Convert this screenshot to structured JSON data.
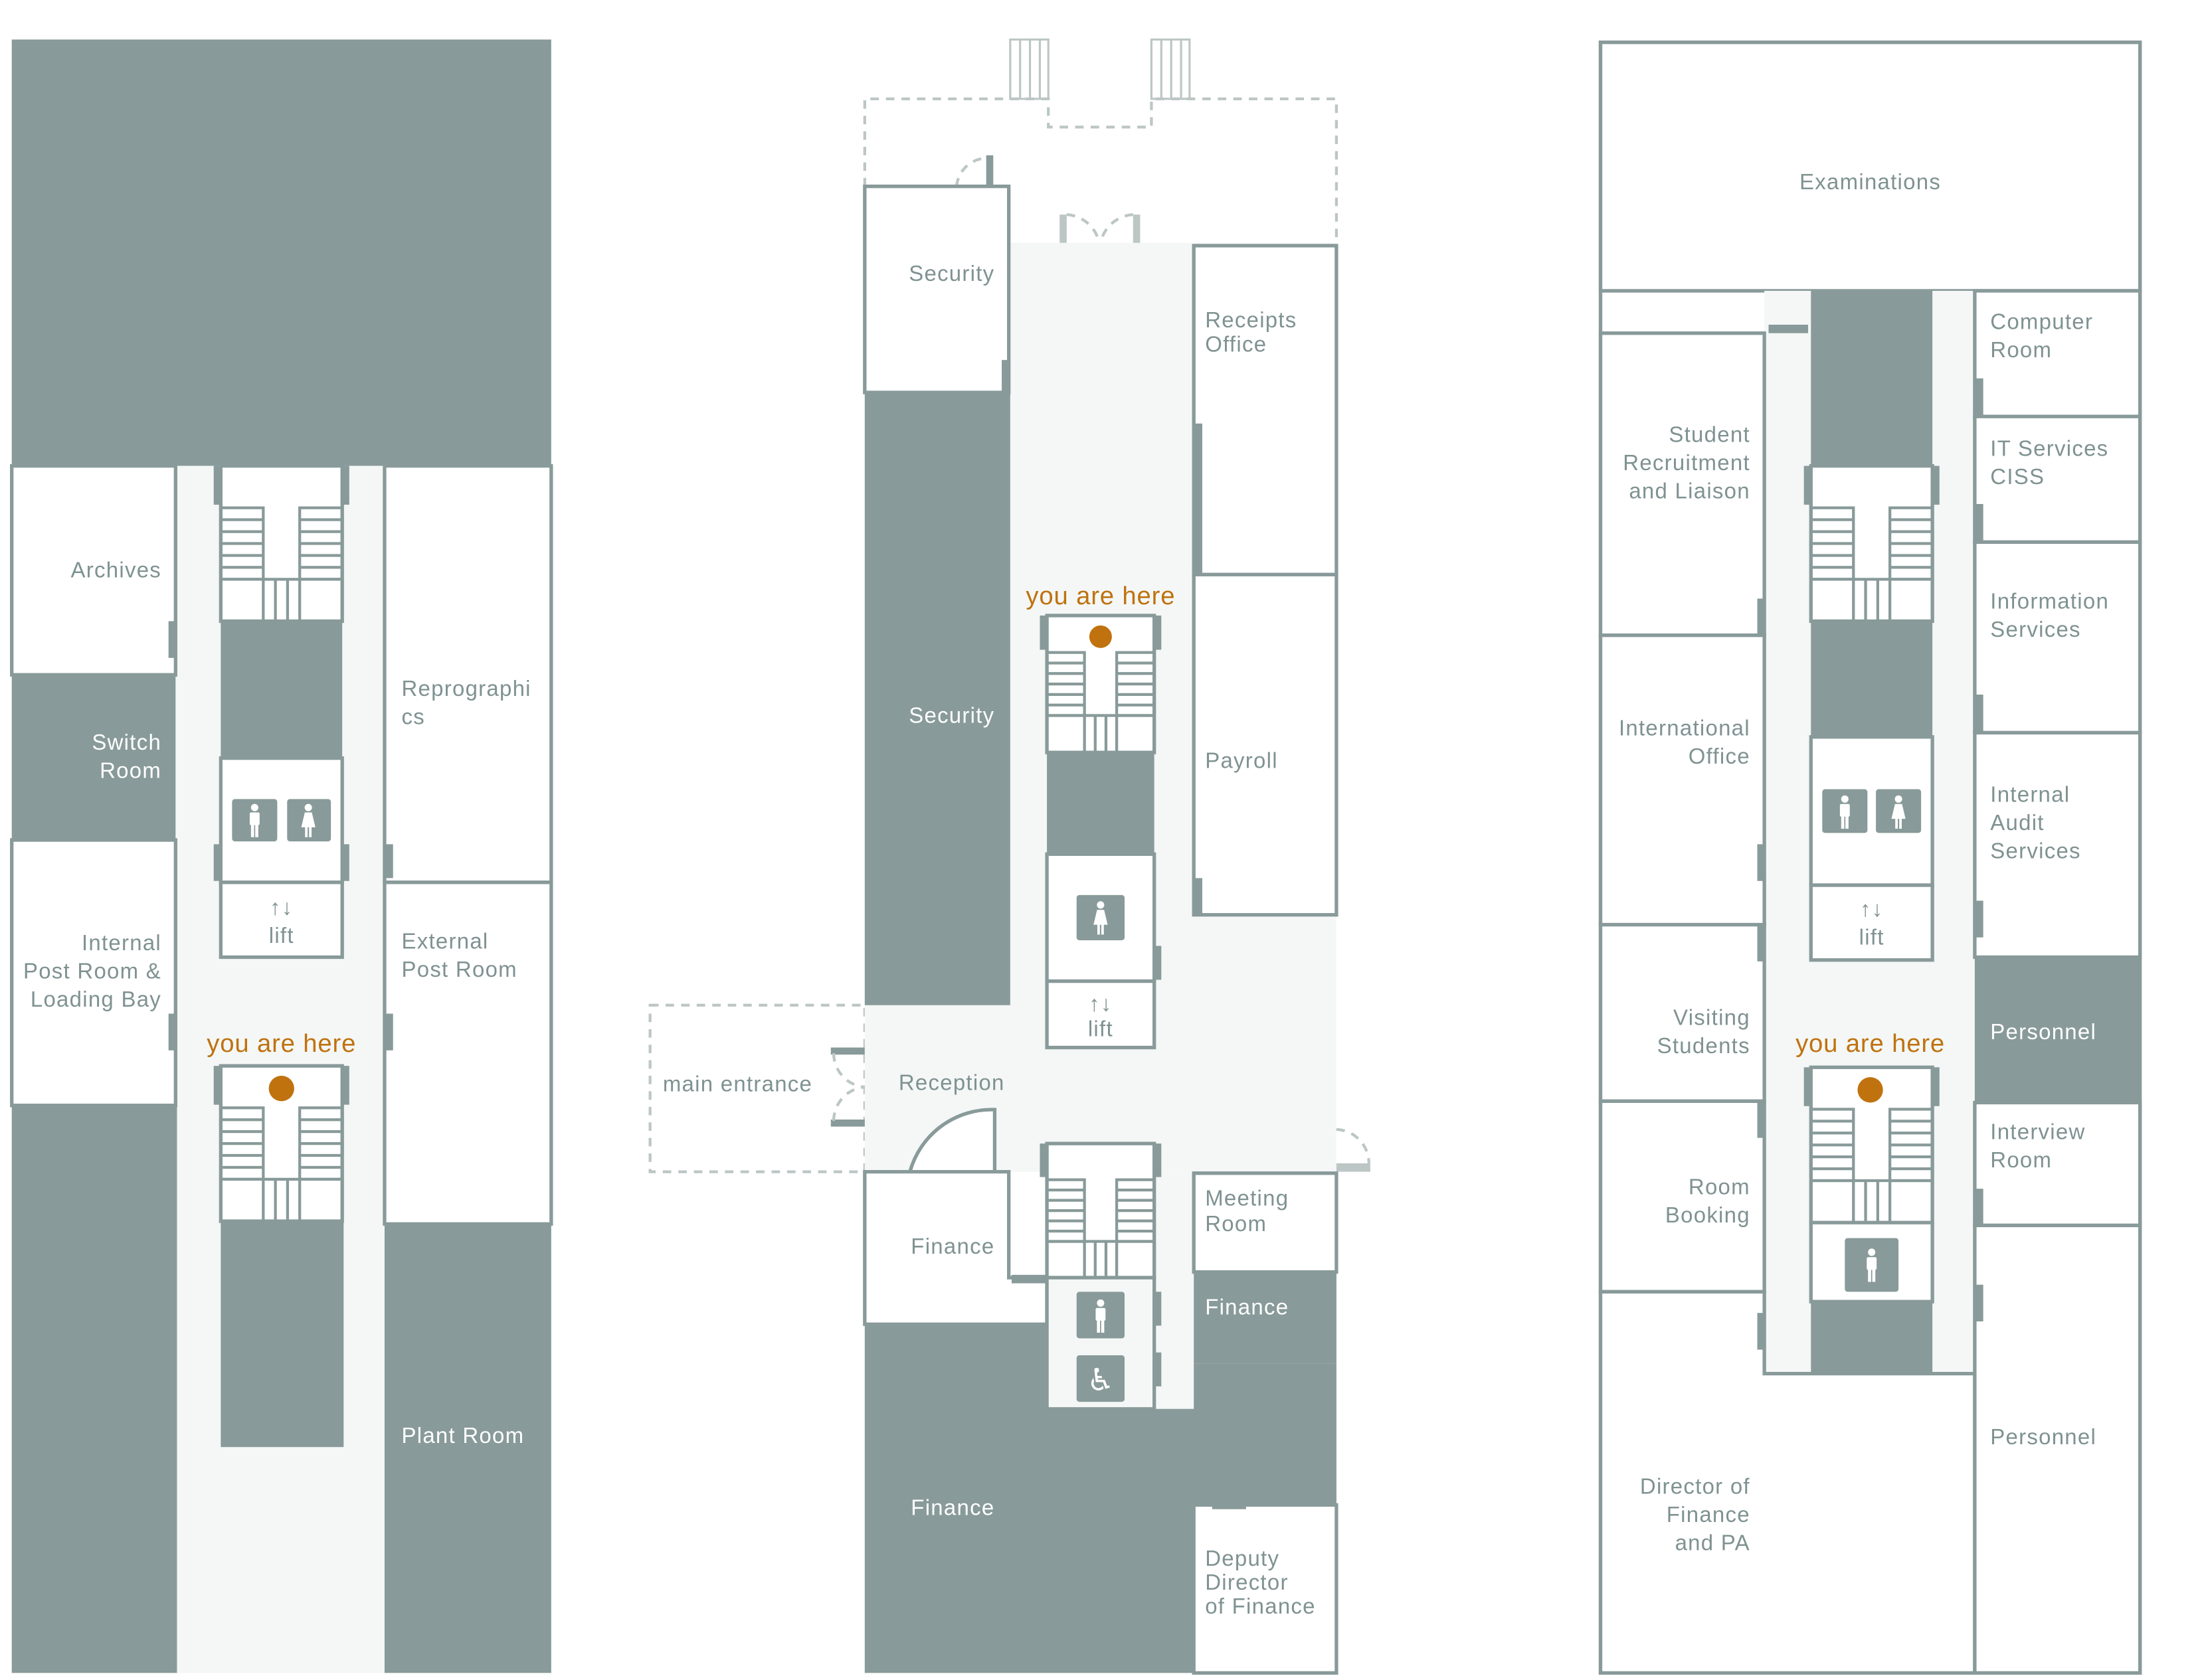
{
  "colors": {
    "wall": "#889a99",
    "corridor": "#f4f7f6",
    "you_are_here": "#c0720f",
    "text": "#7f9291"
  },
  "left_floor": {
    "rooms": {
      "archives": [
        "Archives"
      ],
      "switch_room": [
        "Switch",
        "Room"
      ],
      "internal_post": [
        "Internal",
        "Post Room &",
        "Loading Bay"
      ],
      "reprographics": [
        "Reprographi",
        "cs"
      ],
      "external_post": [
        "External",
        "Post Room"
      ],
      "plant_room": [
        "Plant Room"
      ]
    },
    "lift": "lift",
    "you_are_here": "you are here"
  },
  "middle_floor": {
    "rooms": {
      "security_top": [
        "Security"
      ],
      "security": [
        "Security"
      ],
      "receipts": [
        "Receipts",
        "Office"
      ],
      "payroll": [
        "Payroll"
      ],
      "main_entrance": [
        "main entrance"
      ],
      "reception": [
        "Reception"
      ],
      "finance_a": [
        "Finance"
      ],
      "meeting": [
        "Meeting",
        "Room"
      ],
      "finance_b": [
        "Finance"
      ],
      "finance_c": [
        "Finance"
      ],
      "deputy": [
        "Deputy",
        "Director",
        "of Finance"
      ]
    },
    "lift": "lift",
    "you_are_here": "you are here"
  },
  "right_floor": {
    "rooms": {
      "examinations": [
        "Examinations"
      ],
      "student_recruitment": [
        "Student",
        "Recruitment",
        "and Liaison"
      ],
      "international": [
        "International",
        "Office"
      ],
      "visiting": [
        "Visiting",
        "Students"
      ],
      "room_booking": [
        "Room",
        "Booking"
      ],
      "director": [
        "Director of",
        "Finance",
        "and PA"
      ],
      "computer": [
        "Computer",
        "Room"
      ],
      "it_services": [
        "IT Services",
        "CISS"
      ],
      "information": [
        "Information",
        "Services"
      ],
      "internal_audit": [
        "Internal",
        "Audit",
        "Services"
      ],
      "personnel_a": [
        "Personnel"
      ],
      "interview": [
        "Interview",
        "Room"
      ],
      "personnel_b": [
        "Personnel"
      ]
    },
    "lift": "lift",
    "you_are_here": "you are here"
  }
}
